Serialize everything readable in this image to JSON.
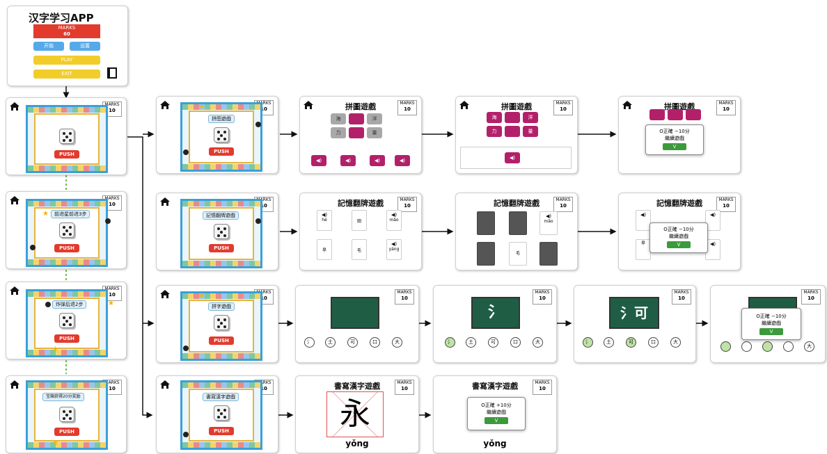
{
  "app": {
    "title": "汉字学习APP",
    "marks_label": "MARKS",
    "marks_value": "60",
    "btn_learn": "开始",
    "btn_review": "设置",
    "btn_play": "PLAY",
    "btn_exit": "EXIT"
  },
  "common": {
    "marks_label": "MARKS",
    "marks_value": "10",
    "push": "PUSH"
  },
  "board_events": {
    "advance": "前进星前进3步",
    "bomb": "炸弹后退2步",
    "chest": "宝箱获得20分奖励"
  },
  "game_labels": {
    "puzzle": "拼图遊戲",
    "memory": "記憶翻牌遊戲",
    "spell": "拼字遊戲",
    "write": "書寫漢字遊戲"
  },
  "screen_titles": {
    "puzzle": "拼圖遊戲",
    "memory": "記憶翻牌遊戲",
    "write": "書寫漢字遊戲"
  },
  "puzzle_pieces": [
    "海",
    "洋",
    "力",
    "量"
  ],
  "memory_cards": {
    "top": [
      "hé",
      "田",
      "mǎo"
    ],
    "bottom": [
      "旱",
      "毛",
      "yáng"
    ]
  },
  "spell": {
    "options": [
      "氵",
      "土",
      "可",
      "口",
      "大"
    ],
    "step2": "氵",
    "step3_left": "氵",
    "step3_right": "可"
  },
  "write": {
    "char": "永",
    "pinyin": "yǒng"
  },
  "popups": {
    "correct_minus": "O正確 −10分",
    "continue_game": "繼續遊戲",
    "correct_plus": "O正確 +10分",
    "v": "V"
  }
}
